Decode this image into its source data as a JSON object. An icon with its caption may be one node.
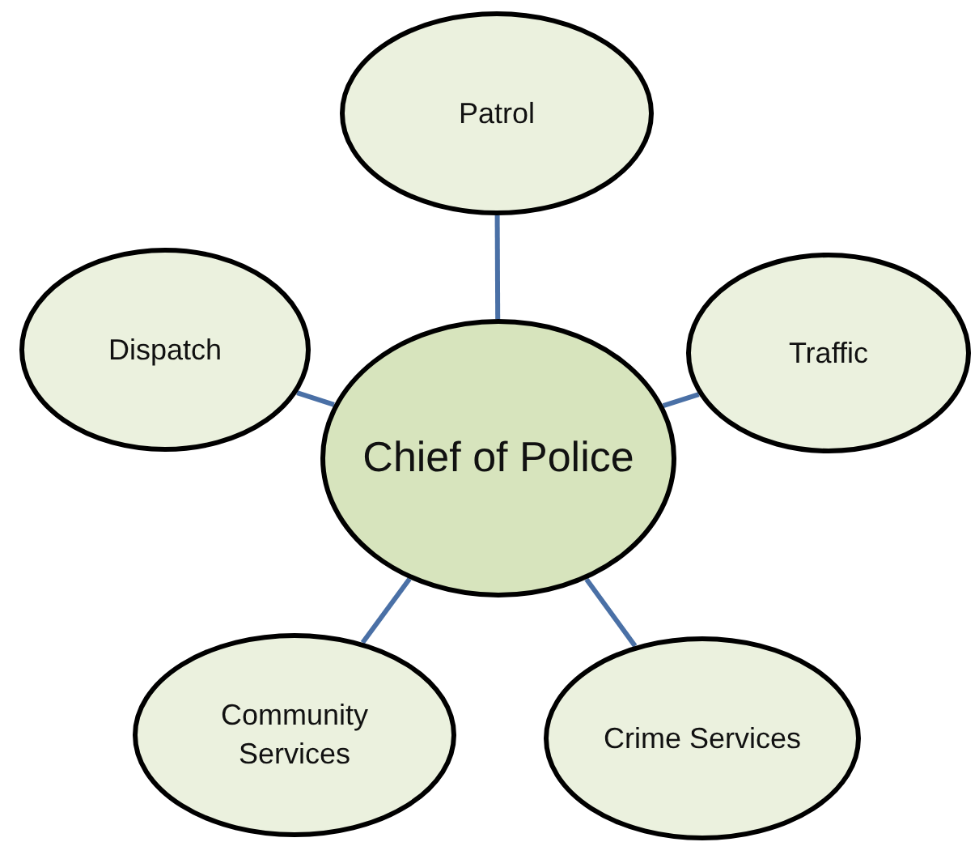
{
  "diagram": {
    "nodes": [
      {
        "text": [
          "Chief of Police"
        ]
      },
      {
        "text": [
          "Patrol"
        ]
      },
      {
        "text": [
          "Dispatch"
        ]
      },
      {
        "text": [
          "Traffic"
        ]
      },
      {
        "text": [
          "Community Services"
        ]
      },
      {
        "text": [
          "Crime Services"
        ]
      }
    ],
    "edges": [
      {
        "from": 0,
        "to": 1,
        "arrow": "none"
      },
      {
        "from": 0,
        "to": 2,
        "arrow": "none"
      },
      {
        "from": 0,
        "to": 3,
        "arrow": "none"
      },
      {
        "from": 0,
        "to": 4,
        "arrow": "none"
      },
      {
        "from": 0,
        "to": 5,
        "arrow": "none"
      }
    ]
  }
}
